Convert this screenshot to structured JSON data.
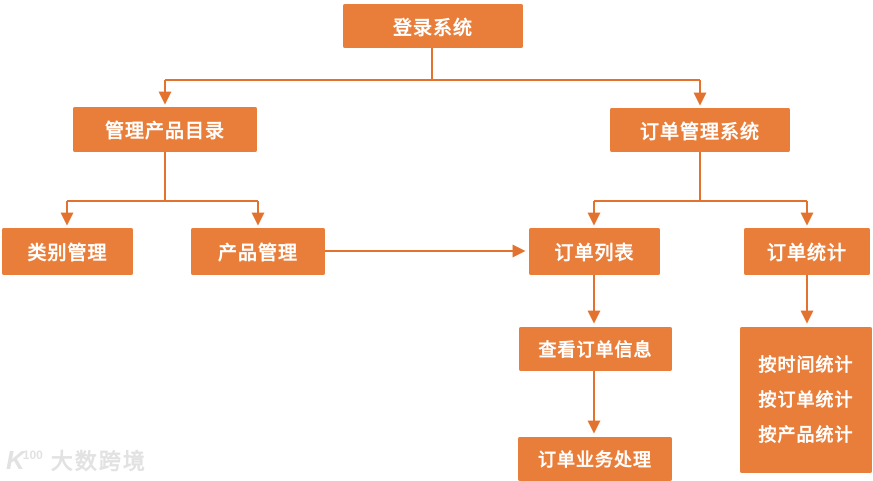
{
  "diagram": {
    "type": "flowchart",
    "colors": {
      "node_fill": "#E97E3A",
      "connector": "#E2722D",
      "node_text": "#FFFFFF"
    },
    "nodes": {
      "login": {
        "label": "登录系统"
      },
      "catalog": {
        "label": "管理产品目录"
      },
      "order_system": {
        "label": "订单管理系统"
      },
      "category": {
        "label": "类别管理"
      },
      "product": {
        "label": "产品管理"
      },
      "order_list": {
        "label": "订单列表"
      },
      "order_stats": {
        "label": "订单统计"
      },
      "view_order": {
        "label": "查看订单信息"
      },
      "order_process": {
        "label": "订单业务处理"
      },
      "stats_detail": {
        "line1": "按时间统计",
        "line2": "按订单统计",
        "line3": "按产品统计"
      }
    },
    "edges": [
      {
        "from": "login",
        "to": "catalog"
      },
      {
        "from": "login",
        "to": "order_system"
      },
      {
        "from": "catalog",
        "to": "category"
      },
      {
        "from": "catalog",
        "to": "product"
      },
      {
        "from": "order_system",
        "to": "order_list"
      },
      {
        "from": "order_system",
        "to": "order_stats"
      },
      {
        "from": "product",
        "to": "order_list"
      },
      {
        "from": "order_list",
        "to": "view_order"
      },
      {
        "from": "order_stats",
        "to": "stats_detail"
      },
      {
        "from": "view_order",
        "to": "order_process"
      }
    ]
  },
  "watermark": {
    "logo_letter": "K",
    "logo_sup": "100",
    "text": "大数跨境"
  }
}
